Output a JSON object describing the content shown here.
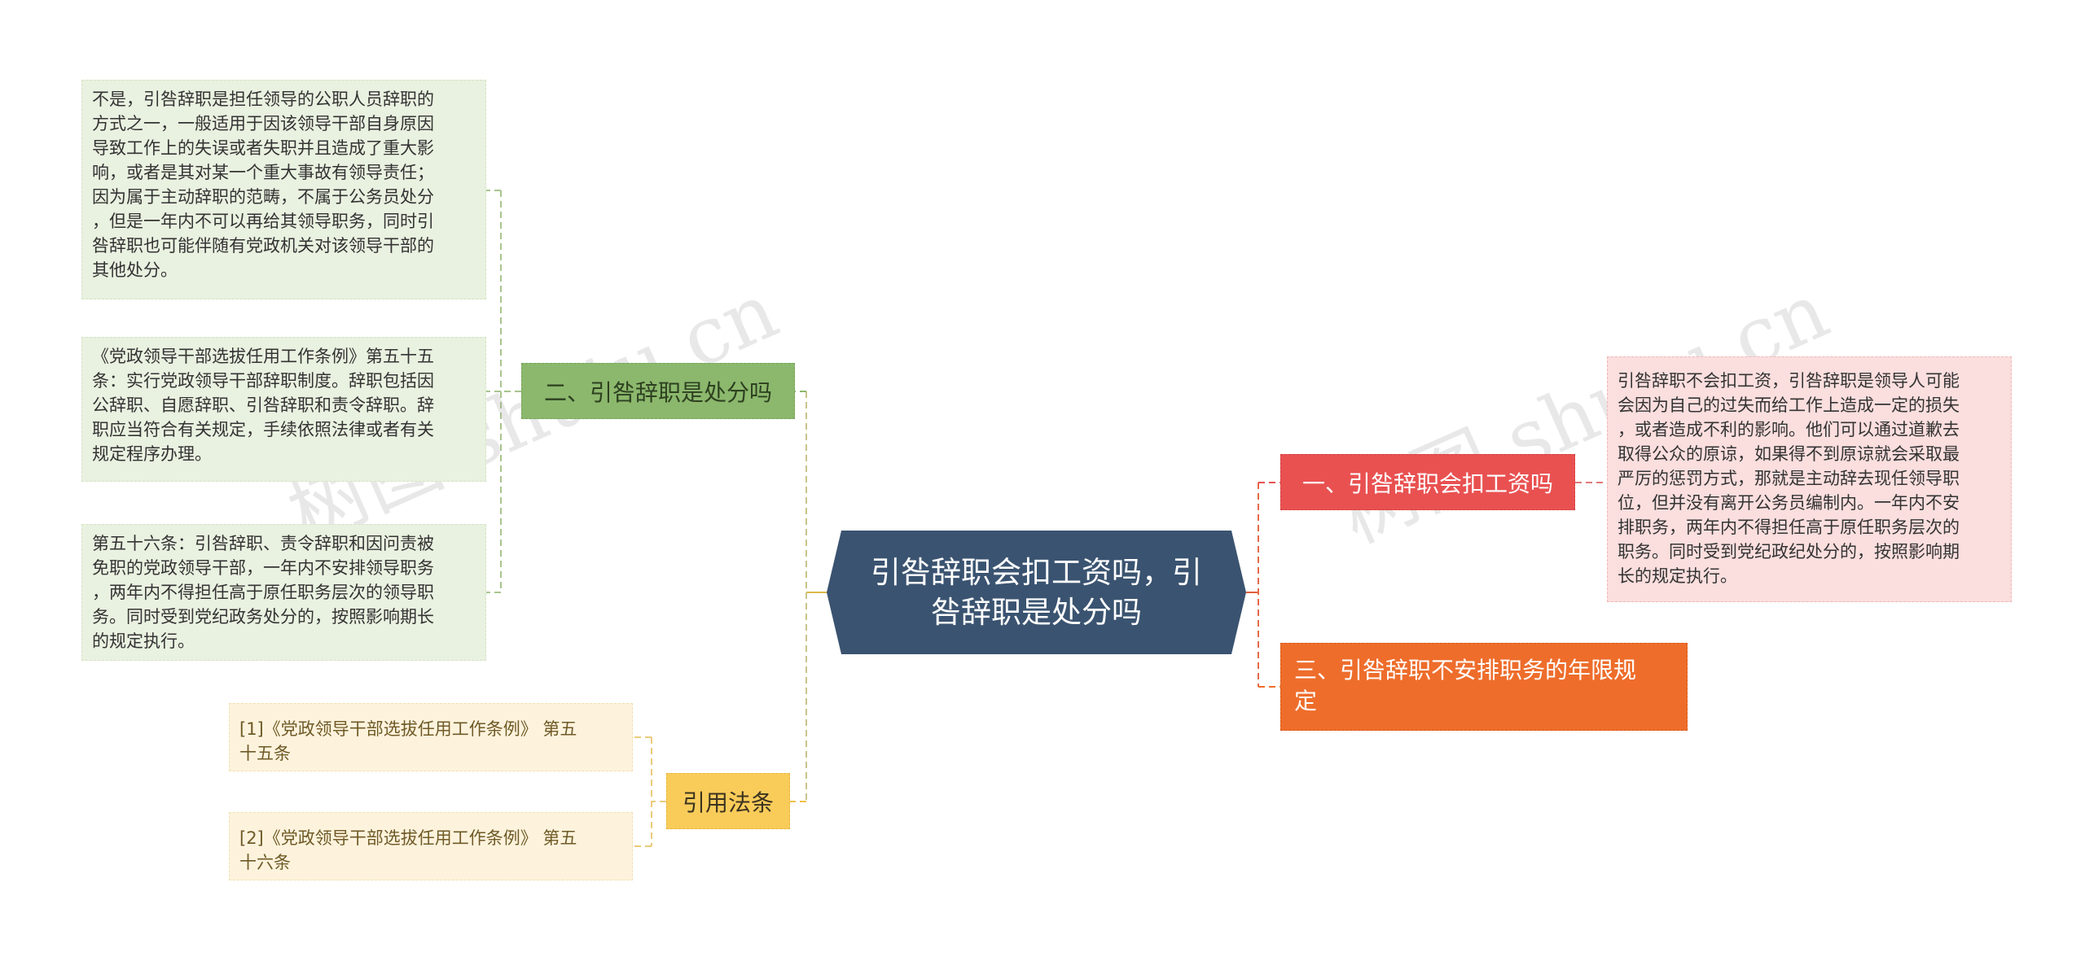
{
  "watermark": "树图 shutu.cn",
  "center": {
    "title": "引咎辞职会扣工资吗，引\n咎辞职是处分吗"
  },
  "branches": {
    "b1": {
      "label": "一、引咎辞职会扣工资吗"
    },
    "b2": {
      "label": "二、引咎辞职是处分吗"
    },
    "b3": {
      "label": "三、引咎辞职不安排职务的年限规\n定"
    },
    "b4": {
      "label": "引用法条"
    }
  },
  "leaves": {
    "b1_text": "引咎辞职不会扣工资，引咎辞职是领导人可能\n会因为自己的过失而给工作上造成一定的损失\n，或者造成不利的影响。他们可以通过道歉去\n取得公众的原谅，如果得不到原谅就会采取最\n严厉的惩罚方式，那就是主动辞去现任领导职\n位，但并没有离开公务员编制内。一年内不安\n排职务，两年内不得担任高于原任职务层次的\n职务。同时受到党纪政纪处分的，按照影响期\n长的规定执行。",
    "b2_text1": "不是，引咎辞职是担任领导的公职人员辞职的\n方式之一，一般适用于因该领导干部自身原因\n导致工作上的失误或者失职并且造成了重大影\n响，或者是其对某一个重大事故有领导责任；\n因为属于主动辞职的范畴，不属于公务员处分\n，但是一年内不可以再给其领导职务，同时引\n咎辞职也可能伴随有党政机关对该领导干部的\n其他处分。",
    "b2_text2": "《党政领导干部选拔任用工作条例》第五十五\n条：实行党政领导干部辞职制度。辞职包括因\n公辞职、自愿辞职、引咎辞职和责令辞职。辞\n职应当符合有关规定，手续依照法律或者有关\n规定程序办理。",
    "b2_text3": "第五十六条：引咎辞职、责令辞职和因问责被\n免职的党政领导干部，一年内不安排领导职务\n，两年内不得担任高于原任职务层次的领导职\n务。同时受到党纪政务处分的，按照影响期长\n的规定执行。",
    "b4_ref1": "[1]《党政领导干部选拔任用工作条例》 第五\n十五条",
    "b4_ref2": "[2]《党政领导干部选拔任用工作条例》 第五\n十六条"
  },
  "colors": {
    "center": "#3a5370",
    "green": "#8cb86d",
    "yellow": "#f9cc5a",
    "red": "#e95151",
    "orange": "#ee6d2b"
  }
}
